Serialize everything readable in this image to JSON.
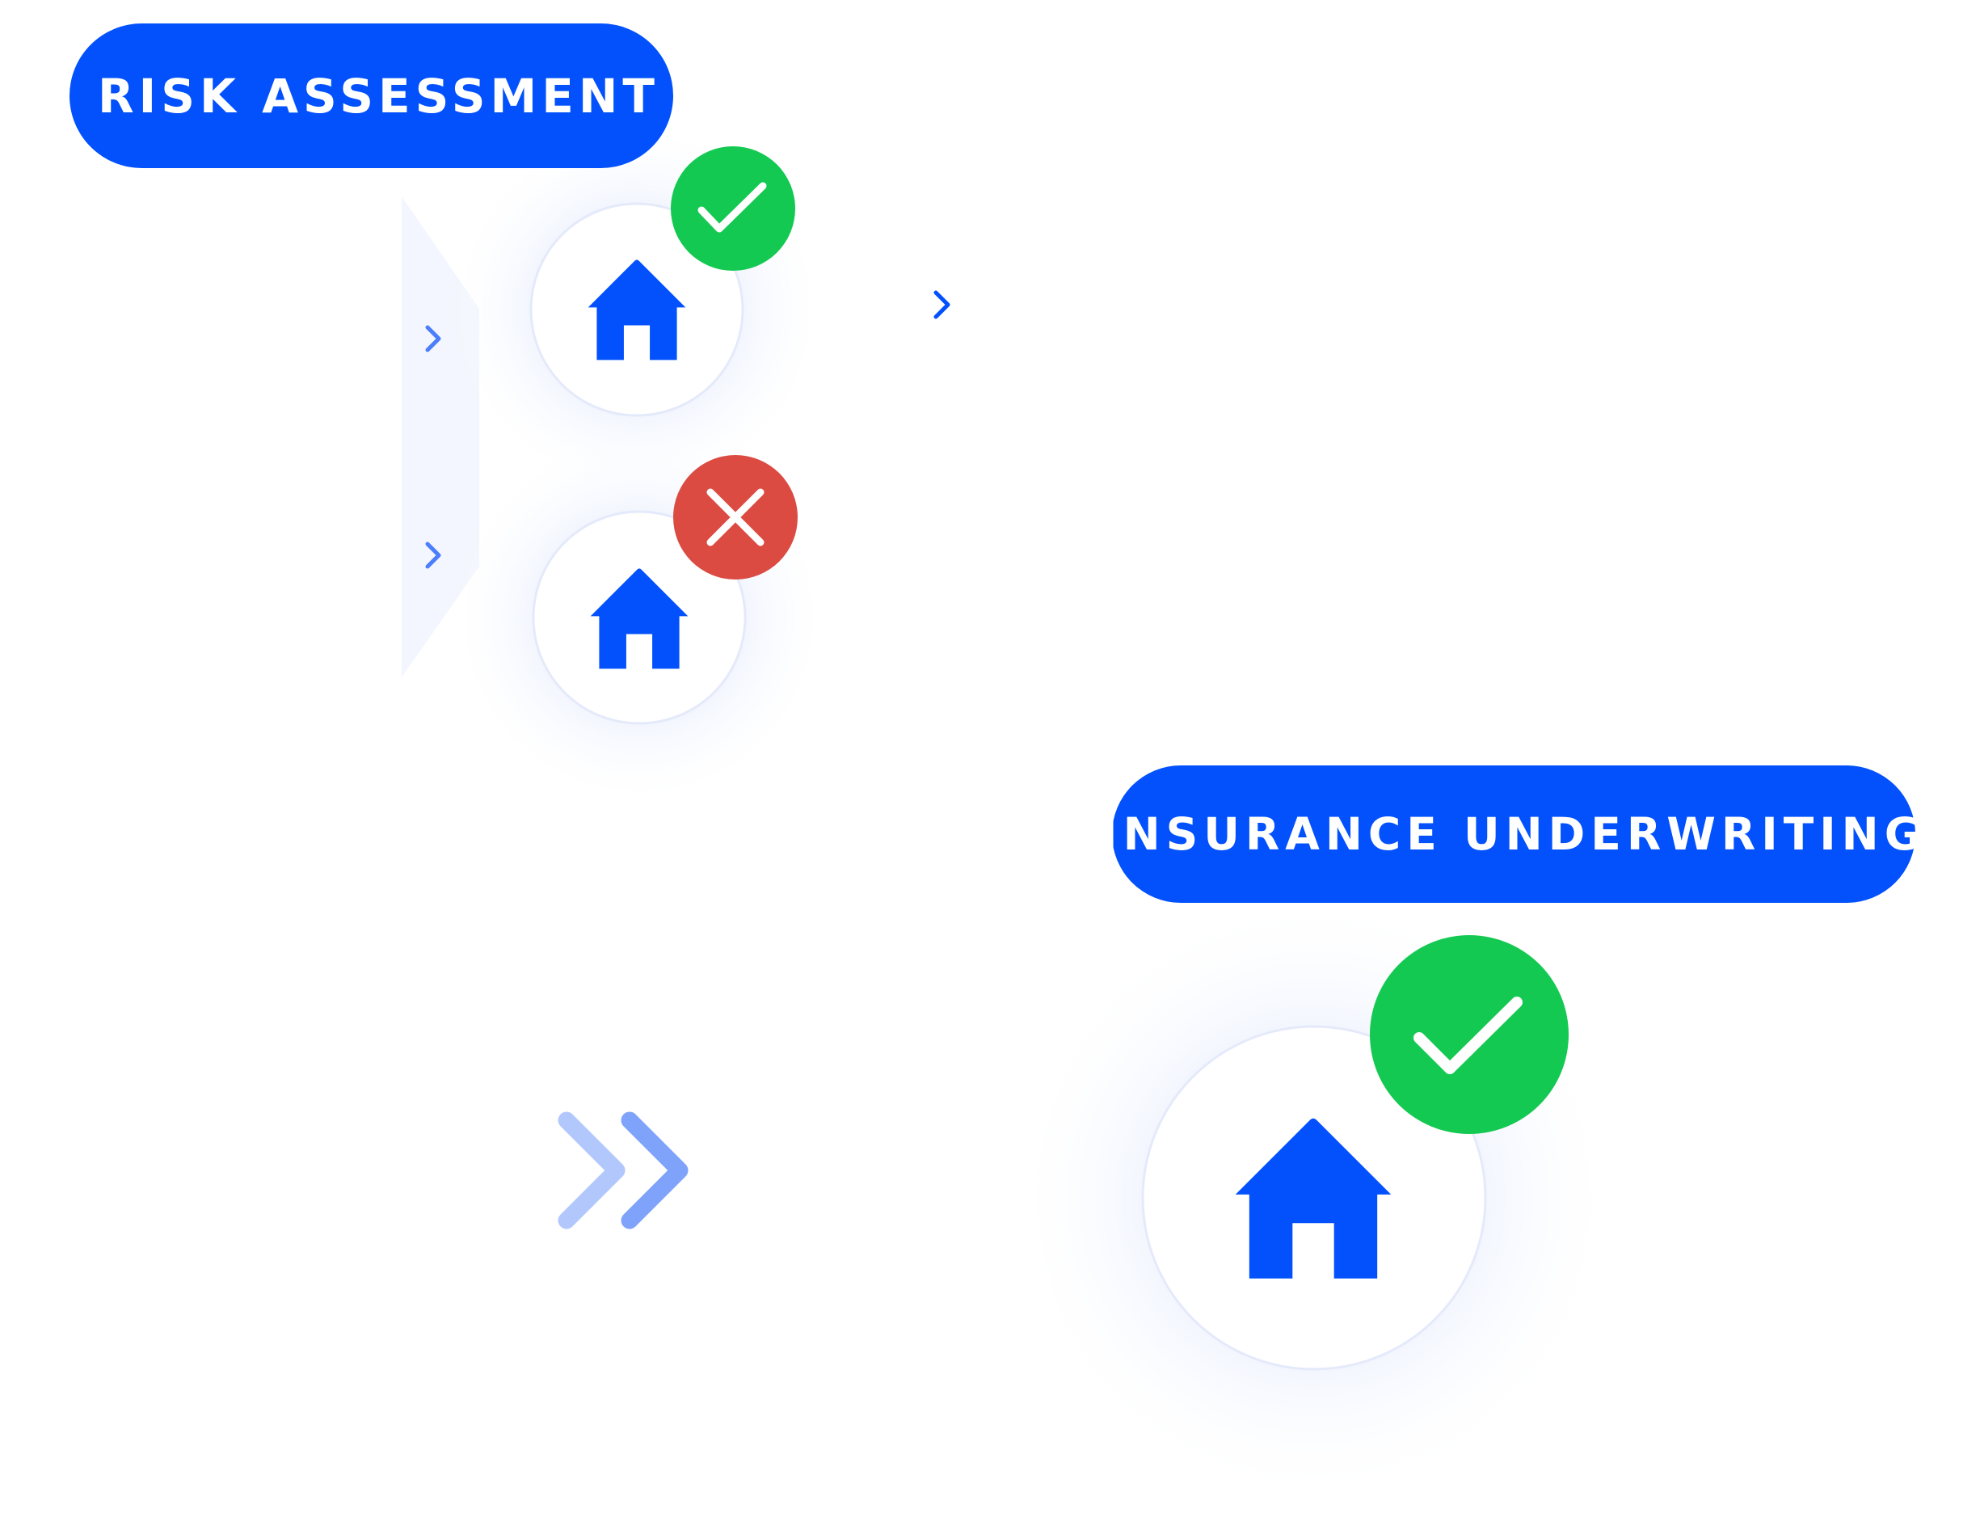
{
  "labels": {
    "risk_assessment": "RISK ASSESSMENT",
    "insurance_underwriting": "INSURANCE UNDERWRITING"
  },
  "colors": {
    "brand_blue": "#0251fd",
    "approved_green": "#14c951",
    "rejected_red": "#db4b42",
    "chevron_light": "#b2c8fd",
    "chevron_mid": "#7fa2fb",
    "funnel_fill": "#f3f6fe"
  },
  "nodes": {
    "risk_house_top": {
      "icon": "house-icon",
      "status": "approved",
      "status_icon": "checkmark-icon"
    },
    "risk_house_bottom": {
      "icon": "house-icon",
      "status": "rejected",
      "status_icon": "x-icon"
    },
    "underwriting_house": {
      "icon": "house-icon",
      "status": "approved",
      "status_icon": "checkmark-icon"
    }
  },
  "flow_icon": "double-chevron-right-icon"
}
